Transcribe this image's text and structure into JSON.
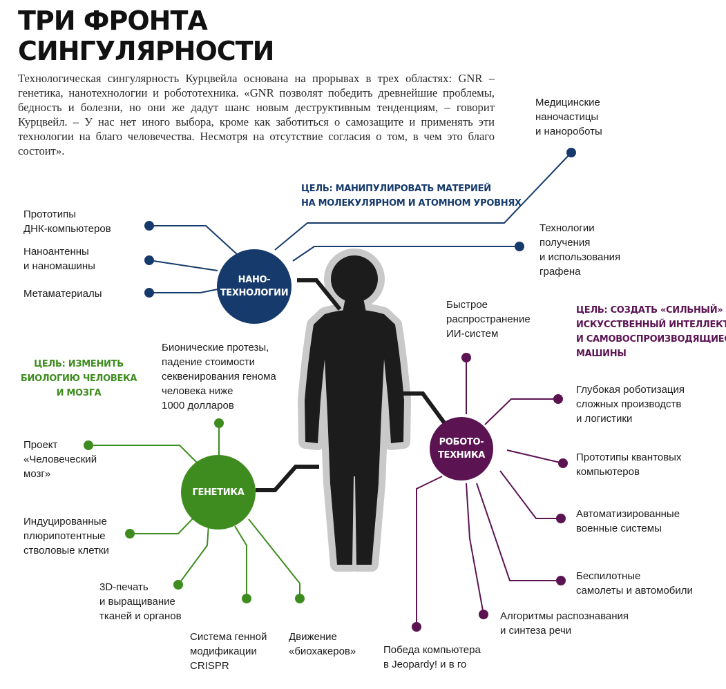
{
  "title_lines": [
    "ТРИ ФРОНТА",
    "СИНГУЛЯРНОСТИ"
  ],
  "intro": "Технологическая сингулярность Курцвейла основана на прорывах в трех областях: GNR – генетика, нанотехнологии и робототехника. «GNR позволят победить древнейшие проблемы, бедность и болезни, но они же дадут шанс новым деструктивным тенденциям, – говорит Курцвейл. – У нас нет иного выбора, кроме как заботиться о самозащите и применять эти технологии на благо человечества. Несмотря на отсутствие согласия о том, в чем это благо состоит».",
  "colors": {
    "nano": "#153a6b",
    "robo": "#5b1352",
    "gen": "#3e8c1f",
    "body": "#1c1c1c",
    "halo": "#c9c9c9"
  },
  "nano": {
    "hub": [
      "НАНО-",
      "ТЕХНОЛОГИИ"
    ],
    "goal": [
      "ЦЕЛЬ: МАНИПУЛИРОВАТЬ МАТЕРИЕЙ",
      "НА МОЛЕКУЛЯРНОМ И АТОМНОМ УРОВНЯХ"
    ],
    "items": [
      [
        "Прототипы",
        "ДНК-компьютеров"
      ],
      [
        "Наноантенны",
        "и наномашины"
      ],
      [
        "Метаматериалы"
      ],
      [
        "Медицинские",
        "наночастицы",
        "и нанороботы"
      ],
      [
        "Технологии",
        "получения",
        "и использования",
        "графена"
      ]
    ]
  },
  "robo": {
    "hub": [
      "РОБОТО-",
      "ТЕХНИКА"
    ],
    "goal": [
      "ЦЕЛЬ: СОЗДАТЬ «СИЛЬНЫЙ»",
      "ИСКУССТВЕННЫЙ ИНТЕЛЛЕКТ",
      "И САМОВОСПРОИЗВОДЯЩИЕСЯ",
      "МАШИНЫ"
    ],
    "items": [
      [
        "Быстрое",
        "распространение",
        "ИИ-систем"
      ],
      [
        "Глубокая роботизация",
        "сложных производств",
        "и логистики"
      ],
      [
        "Прототипы квантовых",
        "компьютеров"
      ],
      [
        "Автоматизированные",
        "военные системы"
      ],
      [
        "Беспилотные",
        "самолеты и автомобили"
      ],
      [
        "Алгоритмы распознавания",
        "и синтеза речи"
      ],
      [
        "Победа компьютера",
        "в Jeopardy! и в го"
      ]
    ]
  },
  "gen": {
    "hub": [
      "ГЕНЕТИКА"
    ],
    "goal": [
      "ЦЕЛЬ: ИЗМЕНИТЬ",
      "БИОЛОГИЮ ЧЕЛОВЕКА",
      "И МОЗГА"
    ],
    "items": [
      [
        "Бионические протезы,",
        "падение стоимости",
        "секвенирования генома",
        "человека ниже",
        "1000 долларов"
      ],
      [
        "Проект",
        "«Человеческий",
        "мозг»"
      ],
      [
        "Индуцированные",
        "плюрипотентные",
        "стволовые клетки"
      ],
      [
        "3D-печать",
        "и выращивание",
        "тканей и органов"
      ],
      [
        "Система генной",
        "модификации",
        "CRISPR"
      ],
      [
        "Движение",
        "«биохакеров»"
      ]
    ]
  }
}
